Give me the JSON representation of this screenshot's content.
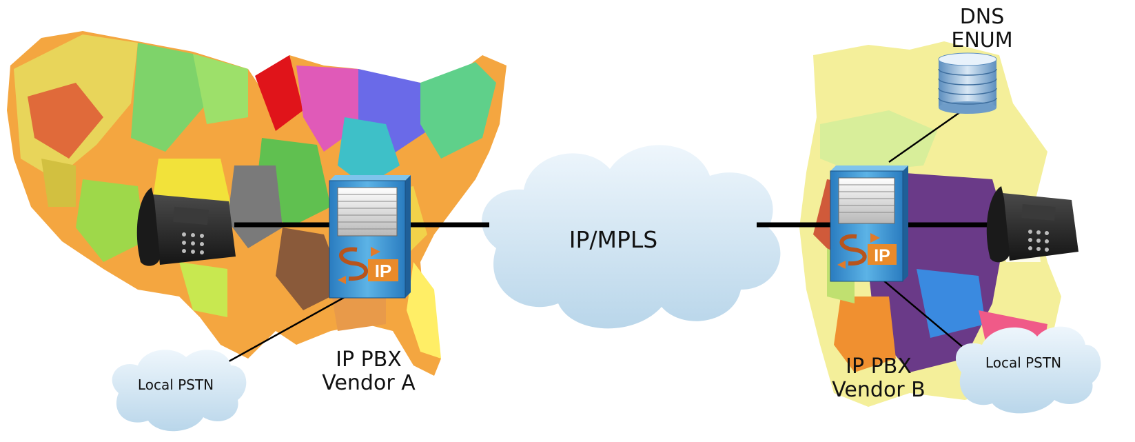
{
  "core_network": {
    "label": "IP/MPLS"
  },
  "site_a": {
    "pbx_label_line1": "IP PBX",
    "pbx_label_line2": "Vendor A",
    "pstn_label": "Local PSTN",
    "sip_badge": "IP"
  },
  "site_b": {
    "pbx_label_line1": "IP PBX",
    "pbx_label_line2": "Vendor B",
    "pstn_label": "Local PSTN",
    "sip_badge": "IP",
    "dns_label_line1": "DNS",
    "dns_label_line2": "ENUM"
  },
  "colors": {
    "server_blue": "#4aa3dc",
    "server_dark": "#1f6aa8",
    "cloud_fill": "#d7e9f5",
    "link": "#000000",
    "db_fill": "#8fb8dc"
  }
}
